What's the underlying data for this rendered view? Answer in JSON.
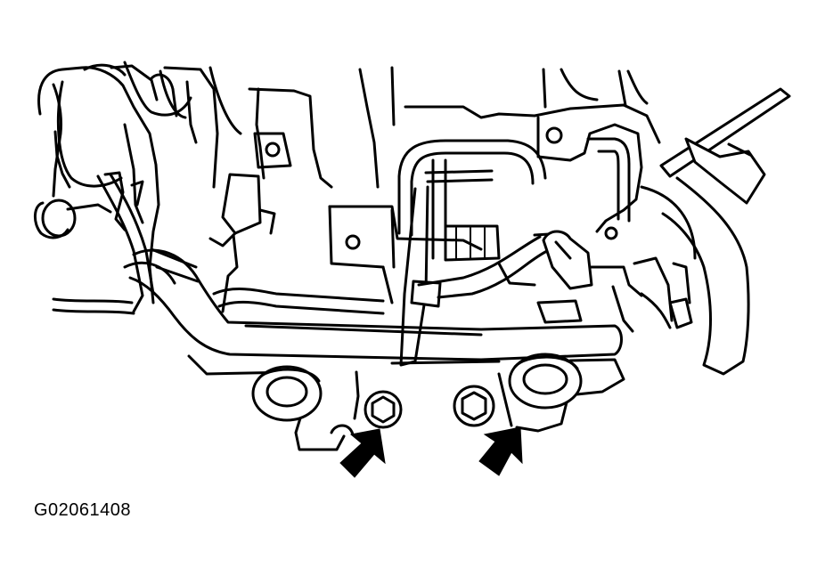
{
  "figure": {
    "code": "G02061408"
  },
  "callouts": [
    {
      "name": "arrow-left",
      "target": "nut-left"
    },
    {
      "name": "arrow-right",
      "target": "nut-right"
    }
  ]
}
